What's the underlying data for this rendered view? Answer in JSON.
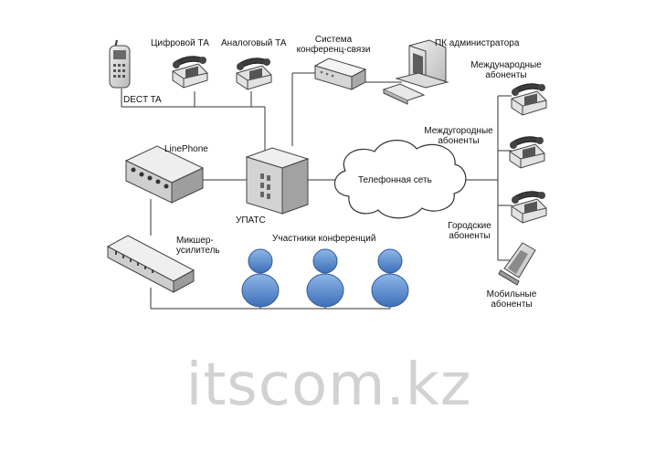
{
  "labels": {
    "dect": "DECT TA",
    "digital_phone": "Цифровой ТА",
    "analog_phone": "Аналоговый ТА",
    "conference_system_l1": "Система",
    "conference_system_l2": "конференц-связи",
    "admin_pc": "ПК администратора",
    "international_l1": "Международные",
    "international_l2": "абоненты",
    "intercity_l1": "Междугородные",
    "intercity_l2": "абоненты",
    "city_l1": "Городские",
    "city_l2": "абоненты",
    "mobile_l1": "Мобильные",
    "mobile_l2": "абоненты",
    "linephone": "LinePhone",
    "upats": "УПАТС",
    "phone_network": "Телефонная сеть",
    "mixer_l1": "Микшер-",
    "mixer_l2": "усилитель",
    "participants": "Участники конференций"
  },
  "watermark": "itscom.kz"
}
